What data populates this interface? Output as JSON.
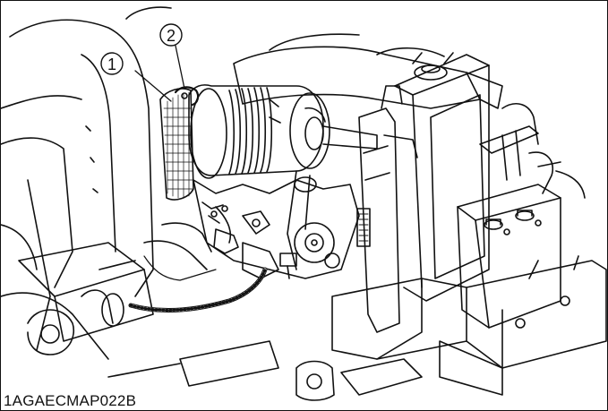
{
  "figure": {
    "code": "1AGAECMAP022B"
  },
  "callouts": [
    {
      "id": "callout-1",
      "label": "1"
    },
    {
      "id": "callout-2",
      "label": "2"
    }
  ]
}
